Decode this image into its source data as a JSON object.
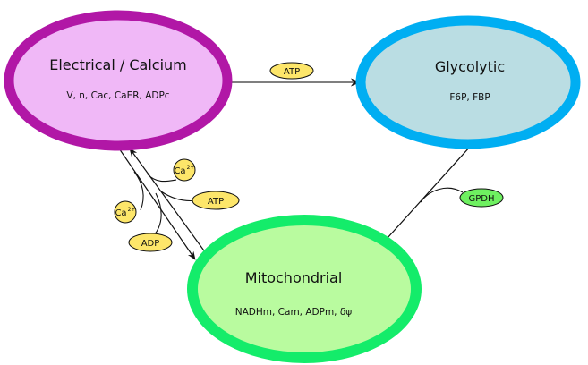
{
  "colors": {
    "electrical_stroke": "#b117a6",
    "electrical_fill": "#f0b8f7",
    "glycolytic_stroke": "#00aef2",
    "glycolytic_fill": "#badde3",
    "mito_stroke": "#14ec6a",
    "mito_fill": "#b9fb9f",
    "metabolite_fill": "#fde66a",
    "enzyme_fill": "#6ef060",
    "line": "#111111"
  },
  "nodes": {
    "electrical": {
      "title": "Electrical / Calcium",
      "variables": "V, n, Cac, CaER, ADPc"
    },
    "glycolytic": {
      "title": "Glycolytic",
      "variables": "F6P, FBP"
    },
    "mitochondrial": {
      "title": "Mitochondrial",
      "variables": "NADHm, Cam, ADPm, δψ"
    }
  },
  "modifiers": {
    "atp_top": "ATP",
    "ca_upper_base": "Ca",
    "ca_upper_sup": "2+",
    "atp_mid": "ATP",
    "ca_lower_base": "Ca",
    "ca_lower_sup": "2+",
    "adp": "ADP",
    "gpdh": "GPDH"
  },
  "edges": [
    {
      "from": "electrical",
      "to": "glycolytic",
      "modifier": "ATP"
    },
    {
      "from": "glycolytic",
      "to": "mitochondrial",
      "modifier": "GPDH"
    },
    {
      "from": "electrical",
      "to": "mitochondrial",
      "modifiers": [
        "Ca2+",
        "ADP"
      ]
    },
    {
      "from": "mitochondrial",
      "to": "electrical",
      "modifiers": [
        "Ca2+",
        "ATP"
      ]
    }
  ]
}
